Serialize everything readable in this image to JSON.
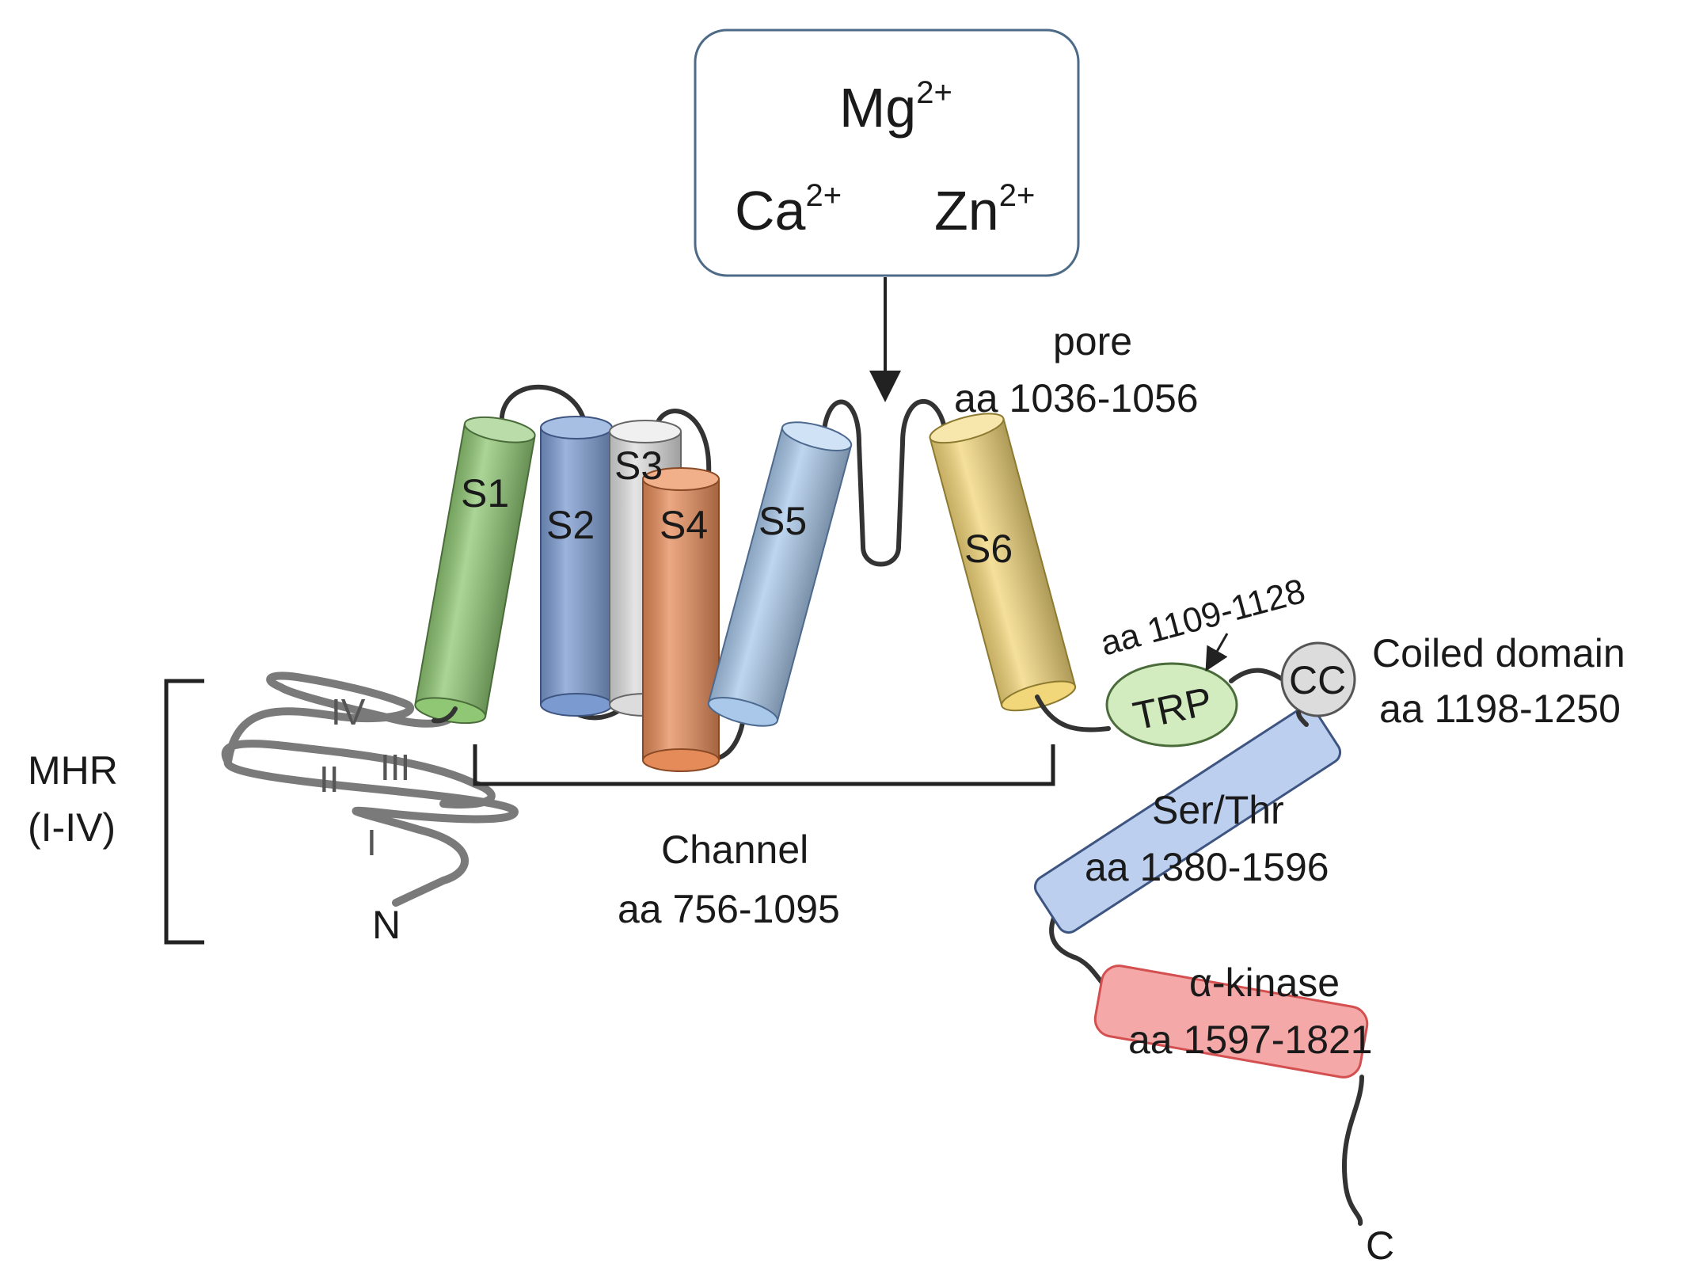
{
  "ions": {
    "mg": "Mg",
    "mg_sup": "2+",
    "ca": "Ca",
    "ca_sup": "2+",
    "zn": "Zn",
    "zn_sup": "2+"
  },
  "pore": {
    "label": "pore",
    "range": "aa 1036-1056"
  },
  "helices": {
    "s1": {
      "label": "S1",
      "color": "#8fc774"
    },
    "s2": {
      "label": "S2",
      "color": "#7b9bd0"
    },
    "s3": {
      "label": "S3",
      "color": "#dcdcdc"
    },
    "s4": {
      "label": "S4",
      "color": "#e58b59"
    },
    "s5": {
      "label": "S5",
      "color": "#a9c8ea"
    },
    "s6": {
      "label": "S6",
      "color": "#f2d67a"
    }
  },
  "trp": {
    "label": "TRP",
    "range": "aa 1109-1128",
    "color": "#d2ecc0"
  },
  "coiled": {
    "badge": "CC",
    "label": "Coiled domain",
    "range": "aa 1198-1250",
    "color": "#dcdcdc"
  },
  "serthr": {
    "label": "Ser/Thr",
    "range": "aa 1380-1596",
    "color": "#bccfee"
  },
  "kinase": {
    "label": "α-kinase",
    "range": "aa 1597-1821",
    "color": "#f4a8a8"
  },
  "channel": {
    "label": "Channel",
    "range": "aa 756-1095"
  },
  "mhr": {
    "label": "MHR",
    "sub": "(I-IV)",
    "i": "I",
    "ii": "II",
    "iii": "III",
    "iv": "IV"
  },
  "termini": {
    "n": "N",
    "c": "C"
  }
}
